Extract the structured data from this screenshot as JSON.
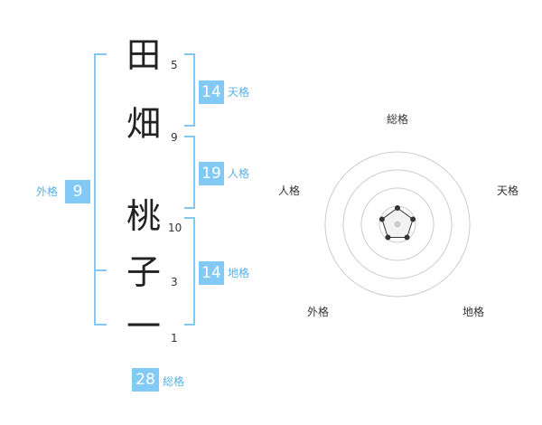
{
  "name": {
    "characters": [
      {
        "char": "田",
        "strokes": "5"
      },
      {
        "char": "畑",
        "strokes": "9"
      },
      {
        "char": "桃",
        "strokes": "10"
      },
      {
        "char": "子",
        "strokes": "3"
      },
      {
        "char": "一",
        "strokes": "1"
      }
    ]
  },
  "fortune": {
    "tenkaku": {
      "value": "14",
      "label": "天格"
    },
    "jinkaku": {
      "value": "19",
      "label": "人格"
    },
    "chikaku": {
      "value": "14",
      "label": "地格"
    },
    "gaikaku": {
      "value": "9",
      "label": "外格"
    },
    "soukaku": {
      "value": "28",
      "label": "総格"
    }
  },
  "radar": {
    "axes": [
      "総格",
      "天格",
      "地格",
      "外格",
      "人格"
    ],
    "rings": 4,
    "colors": {
      "ring": "#cccccc",
      "polygon": "#333333",
      "fill": "#f2f2f2",
      "center": "#cccccc"
    }
  },
  "colors": {
    "accent": "#82c9f5",
    "accent_text": "#5ab1e6"
  }
}
